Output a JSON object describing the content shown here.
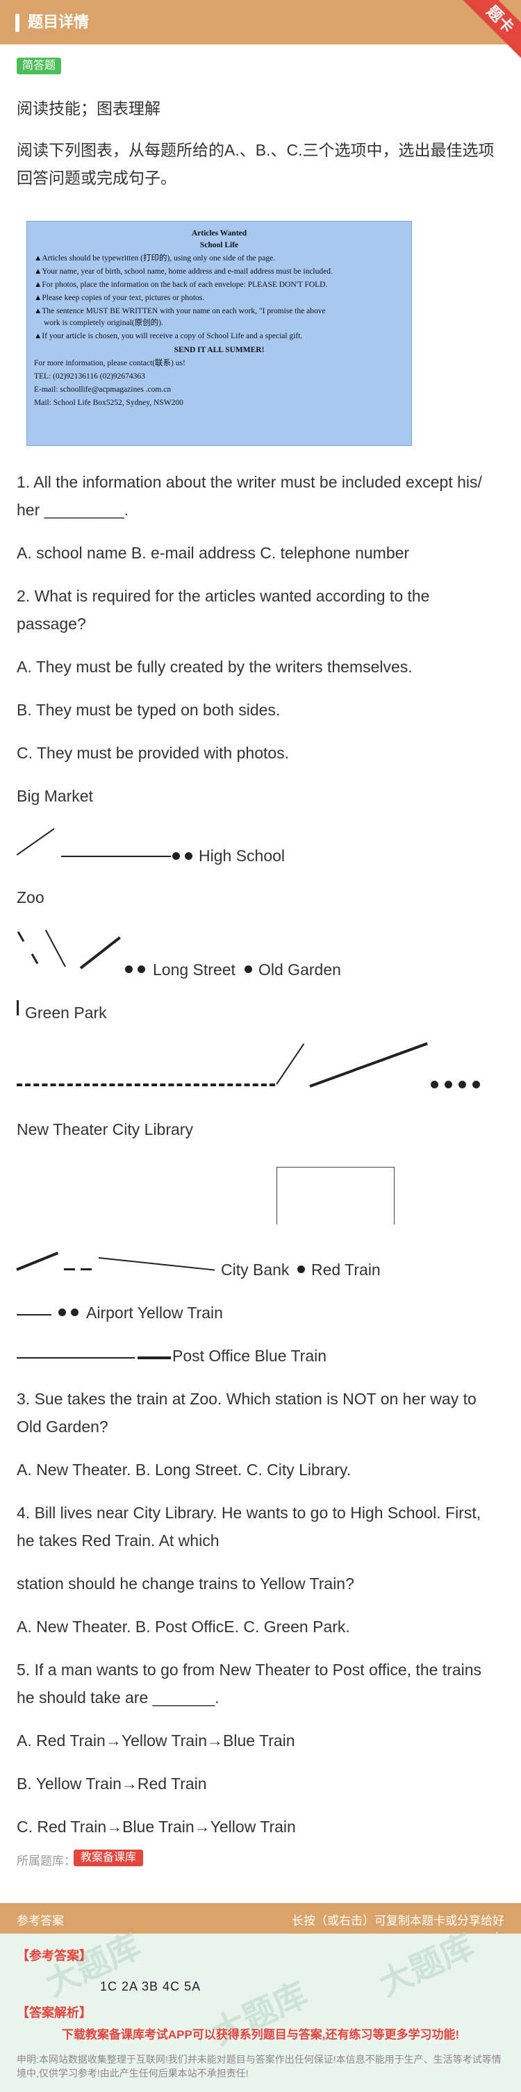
{
  "header": {
    "title": "题目详情",
    "ribbon": "题卡"
  },
  "question_type": "简答题",
  "section": "阅读技能；图表理解",
  "instruction": "阅读下列图表，从每题所给的A.、B.、C.三个选项中，选出最佳选项回答问题或完成句子。",
  "notice": {
    "title": "Articles Wanted",
    "subtitle": "School Life",
    "lines": [
      "▲Articles should be typewritten (打印的), using only one side of the page.",
      "▲Your name, year of birth, school name, home address and e-mail address must be included.",
      "▲For photos, place the information on the back of each envelope: PLEASE DON'T FOLD.",
      "▲Please keep copies of your text, pictures or photos.",
      "▲The sentence MUST BE WRITTEN with your name on each work, \"I promise the above",
      "work is completely original(原创的).",
      "▲If your article is chosen, you will receive a copy of School Life and a special gift."
    ],
    "send": "SEND IT ALL SUMMER!",
    "contact": [
      "For more information, please contact(联系) us!",
      "TEL:  (02)92136116          (02)92674363",
      "E-mail:  schoollife@acpmagazines .com.cn",
      "Mail: School Life  Box5252, Sydney, NSW200"
    ]
  },
  "q1": {
    "stem_a": "1. All the information about the writer must be included except his/",
    "stem_b": "her _________.",
    "opts": "A. school name B. e-mail address C. telephone number"
  },
  "q2": {
    "stem_a": "2. What is required for the articles wanted according to the",
    "stem_b": "passage?",
    "a": "A. They must be fully created by the writers themselves.",
    "b": "B. They must be typed on both sides.",
    "c": "C. They must be provided with photos."
  },
  "map": {
    "big_market": "Big Market",
    "high_school": "High School",
    "zoo": "Zoo",
    "long_street": "Long Street",
    "old_garden": "Old Garden",
    "green_park": "Green Park",
    "new_theater_city_library": "New Theater City Library",
    "city_bank": "City Bank",
    "red_train": "Red Train",
    "airport_yellow_train": "Airport Yellow Train",
    "post_office_blue_train": "Post Office Blue Train"
  },
  "q3": {
    "stem_a": "3. Sue takes the train at Zoo. Which station is NOT on her way to",
    "stem_b": "Old Garden?",
    "opts": "A. New Theater. B. Long Street. C. City Library."
  },
  "q4": {
    "stem_a": "4. Bill lives near City Library. He wants to go to High School. First,",
    "stem_b": "he takes Red Train. At which",
    "stem_c": "station should he change trains to Yellow Train?",
    "opts": "A. New Theater. B. Post OfficE. C. Green Park."
  },
  "q5": {
    "stem_a": "5. If a man wants to go from New Theater to Post office, the trains",
    "stem_b": "he should take are _______.",
    "a": "A. Red Train→Yellow Train→Blue Train",
    "b": "B. Yellow Train→Red Train",
    "c": "C. Red Train→Blue Train→Yellow Train"
  },
  "source": {
    "label": "所属题库：",
    "tag": "教案备课库"
  },
  "answer": {
    "bar_label": "参考答案",
    "hint": "长按（或右击）可复制本题卡或分享给好友",
    "ref_head": "【参考答案】",
    "key": "1C  2A  3B  4C  5A",
    "analysis_head": "【答案解析】",
    "promo": "下载教案备课库考试APP可以获得系列题目与答案,还有练习等更多学习功能!",
    "disclaimer": "申明:本网站数据收集整理于互联网!我们并未能对题目与答案作出任何保证!本信息不能用于生产、生活等考试等情境中,仅供学习参考!由此产生任何后果本站不承担责任!",
    "watermark": "大题库"
  },
  "colors": {
    "header": "#d9a36a",
    "accent_red": "#e2463d",
    "tag_green": "#4cbf5a",
    "notice_bg": "#a8c8ef"
  }
}
